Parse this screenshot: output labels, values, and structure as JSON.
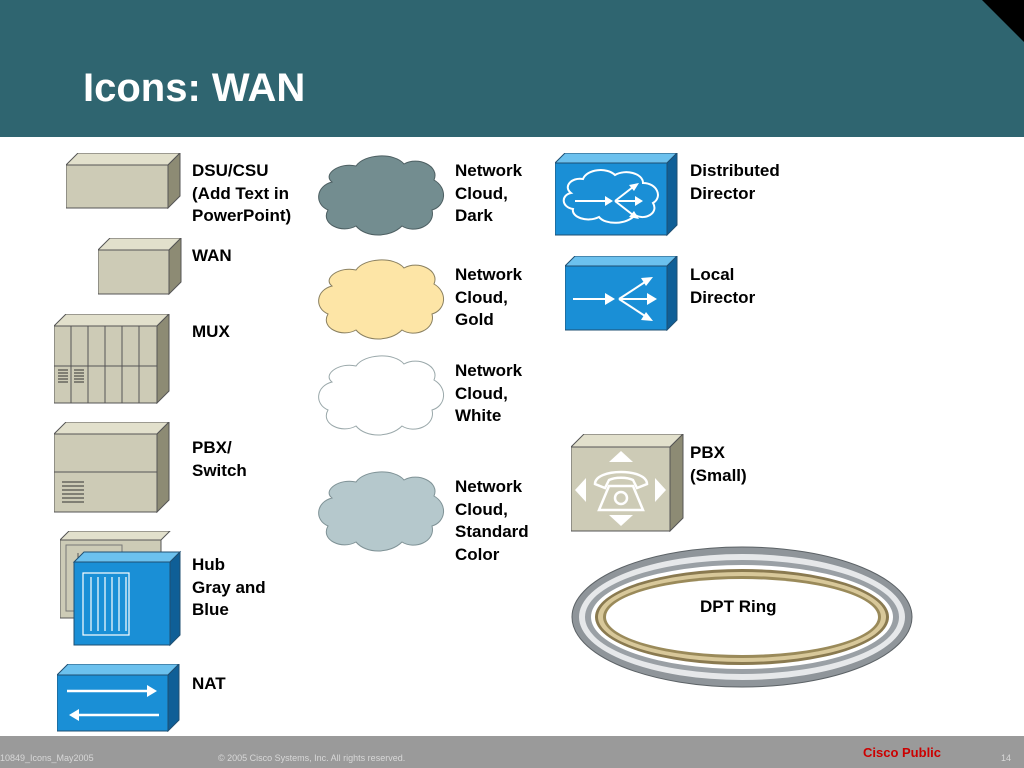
{
  "slide": {
    "title": "Icons: WAN",
    "labels": {
      "dsu_csu": "DSU/CSU\n(Add Text in\nPowerPoint)",
      "wan": "WAN",
      "mux": "MUX",
      "pbx_switch": "PBX/\nSwitch",
      "hub": "Hub\nGray and\nBlue",
      "nat": "NAT",
      "cloud_dark": "Network\nCloud,\nDark",
      "cloud_gold": "Network\nCloud,\nGold",
      "cloud_white": "Network\nCloud,\nWhite",
      "cloud_standard": "Network\nCloud,\nStandard\nColor",
      "distributed_director": "Distributed\nDirector",
      "local_director": "Local\nDirector",
      "pbx_small": "PBX\n(Small)",
      "dpt_ring": "DPT Ring"
    },
    "icons": {
      "dsu_csu": "dsu-csu-icon",
      "wan": "wan-device-icon",
      "mux": "mux-icon",
      "pbx_switch": "pbx-switch-icon",
      "hub": "hub-icon",
      "nat": "nat-icon",
      "cloud_dark": "network-cloud-dark-icon",
      "cloud_gold": "network-cloud-gold-icon",
      "cloud_white": "network-cloud-white-icon",
      "cloud_standard": "network-cloud-standard-icon",
      "distributed_director": "distributed-director-icon",
      "local_director": "local-director-icon",
      "pbx_small": "pbx-small-icon",
      "dpt_ring": "dpt-ring-icon"
    },
    "colors": {
      "header": "#2f6570",
      "device_gray": "#cdcbb6",
      "cisco_blue": "#1a8fd6",
      "cloud_dark": "#738d90",
      "cloud_gold": "#fde5a6",
      "cloud_white": "#ffffff",
      "cloud_standard": "#b5c8cc",
      "classification_red": "#cc0000"
    }
  },
  "footer": {
    "doc_id": "10849_Icons_May2005",
    "copyright": "© 2005 Cisco Systems, Inc. All rights reserved.",
    "classification": "Cisco Public",
    "page_number": "14"
  }
}
